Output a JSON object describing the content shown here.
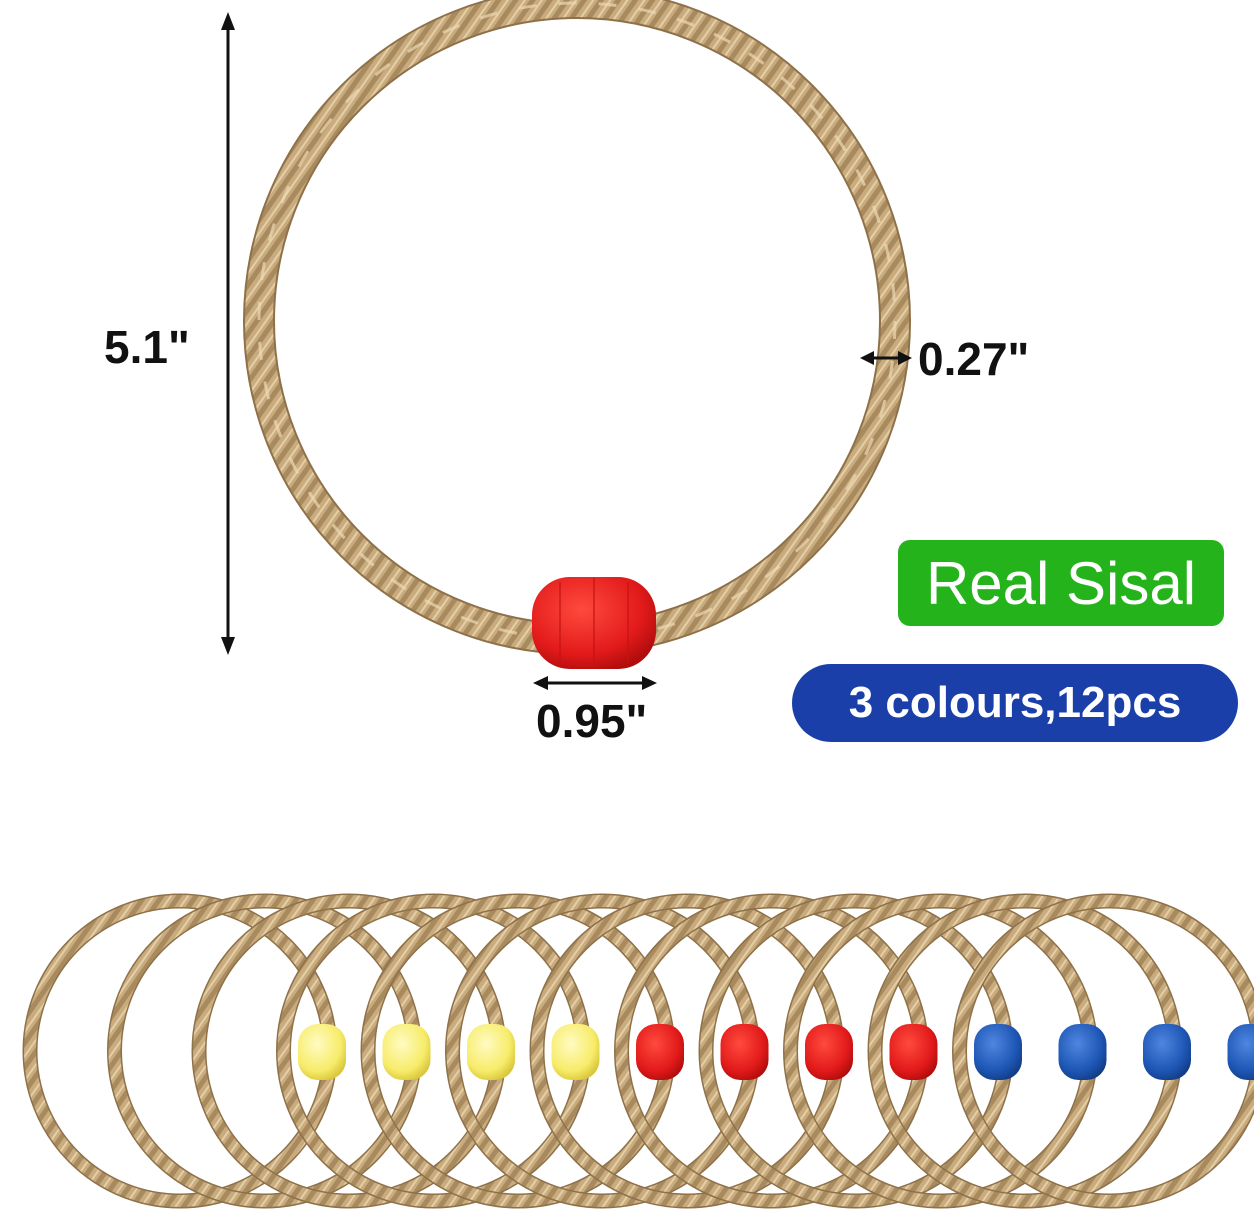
{
  "dimensions": {
    "height_label": "5.1\"",
    "rope_thickness_label": "0.27\"",
    "bead_width_label": "0.95\""
  },
  "badges": {
    "material": {
      "text": "Real Sisal",
      "color": "#25b31c"
    },
    "quantity": {
      "text": "3 colours,12pcs",
      "color": "#1b3fa8"
    }
  },
  "colors": {
    "rope": "#c9ab7e",
    "rope_dark": "#9c7f55",
    "rope_light": "#e2ccA4",
    "bead_red": "#e21a1a",
    "bead_yellow": "#f7ec6a",
    "bead_blue": "#1e56b5"
  },
  "ring_set": {
    "count": 12,
    "bead_colors": [
      "yellow",
      "yellow",
      "yellow",
      "yellow",
      "red",
      "red",
      "red",
      "red",
      "blue",
      "blue",
      "blue",
      "blue"
    ]
  }
}
